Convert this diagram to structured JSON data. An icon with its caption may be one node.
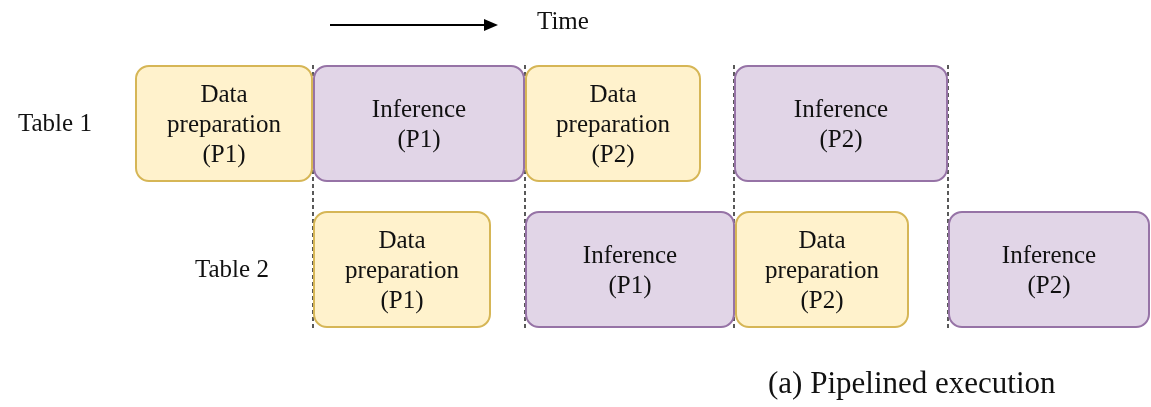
{
  "diagram": {
    "caption": "(a) Pipelined execution",
    "nodes": [
      {
        "text": [
          "Data preparation (P1)"
        ]
      },
      {
        "text": [
          "Inference (P1)"
        ]
      },
      {
        "text": [
          "Data preparation (P2)"
        ]
      },
      {
        "text": [
          "Inference (P2)"
        ]
      },
      {
        "text": [
          "Data preparation (P1)"
        ]
      },
      {
        "text": [
          "Inference (P1)"
        ]
      },
      {
        "text": [
          "Data preparation (P2)"
        ]
      },
      {
        "text": [
          "Inference (P2)"
        ]
      }
    ],
    "labels": [
      "Time",
      "Table 1",
      "Table 2"
    ]
  }
}
